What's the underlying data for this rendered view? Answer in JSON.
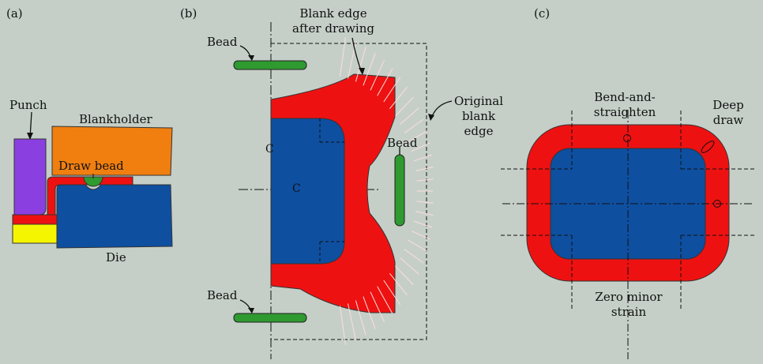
{
  "panel_labels": {
    "a": "(a)",
    "b": "(b)",
    "c": "(c)"
  },
  "panel_a": {
    "punch": "Punch",
    "blankholder": "Blankholder",
    "draw_bead": "Draw bead",
    "die": "Die"
  },
  "panel_b": {
    "bead_top": "Bead",
    "bead_right": "Bead",
    "bead_bottom": "Bead",
    "blank_edge_after_1": "Blank edge",
    "blank_edge_after_2": "after drawing",
    "original_blank_edge_1": "Original",
    "original_blank_edge_2": "blank",
    "original_blank_edge_3": "edge",
    "centerline_1": "C",
    "centerline_2": "C"
  },
  "panel_c": {
    "bend_1": "Bend-and-",
    "bend_2": "straighten",
    "deep_1": "Deep",
    "deep_2": "draw",
    "zero_1": "Zero minor",
    "zero_2": "strain"
  },
  "colors": {
    "background": "#c5cfc8",
    "punch": "#8a3fe0",
    "blankholder": "#f07f10",
    "die": "#0e4fa0",
    "sheet": "#ee1111",
    "bead": "#2f9a2f",
    "insert": "#f5f500"
  }
}
